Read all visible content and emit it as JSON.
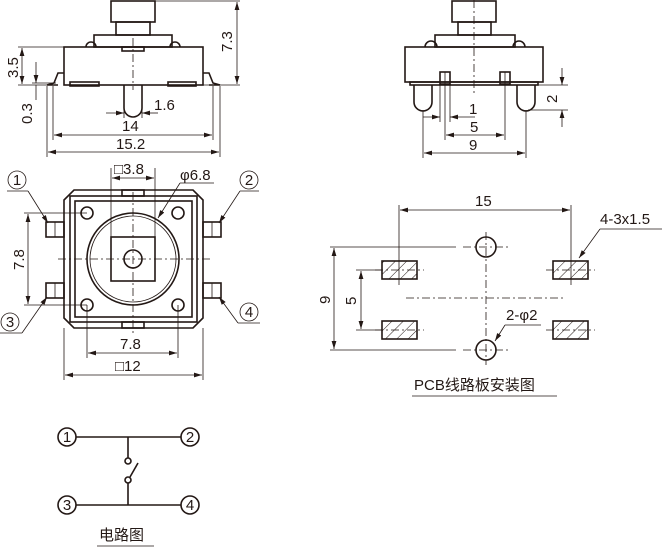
{
  "front_view": {
    "dim_height": "7.3",
    "dim_body": "3.5",
    "dim_lead": "0.3",
    "dim_pin": "1.6",
    "dim_inner": "14",
    "dim_outer": "15.2"
  },
  "side_view": {
    "dim_pin_height": "2",
    "dim_leg": "1",
    "dim_inner": "5",
    "dim_outer": "9"
  },
  "top_view": {
    "dim_square_small": "□3.8",
    "dim_diameter": "φ6.8",
    "dim_vertical": "7.8",
    "dim_horizontal": "7.8",
    "dim_body": "□12",
    "pins": [
      "1",
      "2",
      "3",
      "4"
    ]
  },
  "pcb_layout": {
    "dim_width": "15",
    "dim_height": "9",
    "dim_pad_gap": "5",
    "pad_label": "4-3x1.5",
    "hole_label": "2-φ2",
    "caption": "PCB线路板安装图"
  },
  "circuit": {
    "pins": [
      "1",
      "2",
      "3",
      "4"
    ],
    "caption": "电路图"
  }
}
